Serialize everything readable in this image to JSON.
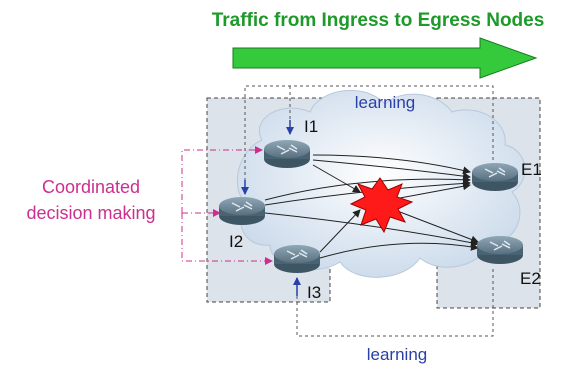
{
  "title": "Traffic from Ingress to Egress Nodes",
  "side_label_line1": "Coordinated",
  "side_label_line2": "decision making",
  "learning_top": "learning",
  "learning_bottom": "learning",
  "nodes": {
    "i1": "I1",
    "i2": "I2",
    "i3": "I3",
    "e1": "E1",
    "e2": "E2"
  },
  "colors": {
    "title": "#1e9a2a",
    "arrow_fill": "#35c93c",
    "side_label": "#cc2f8f",
    "learning": "#2b3fa8",
    "box_fill": "#dde3ea",
    "cloud_fill": "#e2ebf5",
    "router": "#5d7584",
    "failure": "#ff1a1a"
  }
}
